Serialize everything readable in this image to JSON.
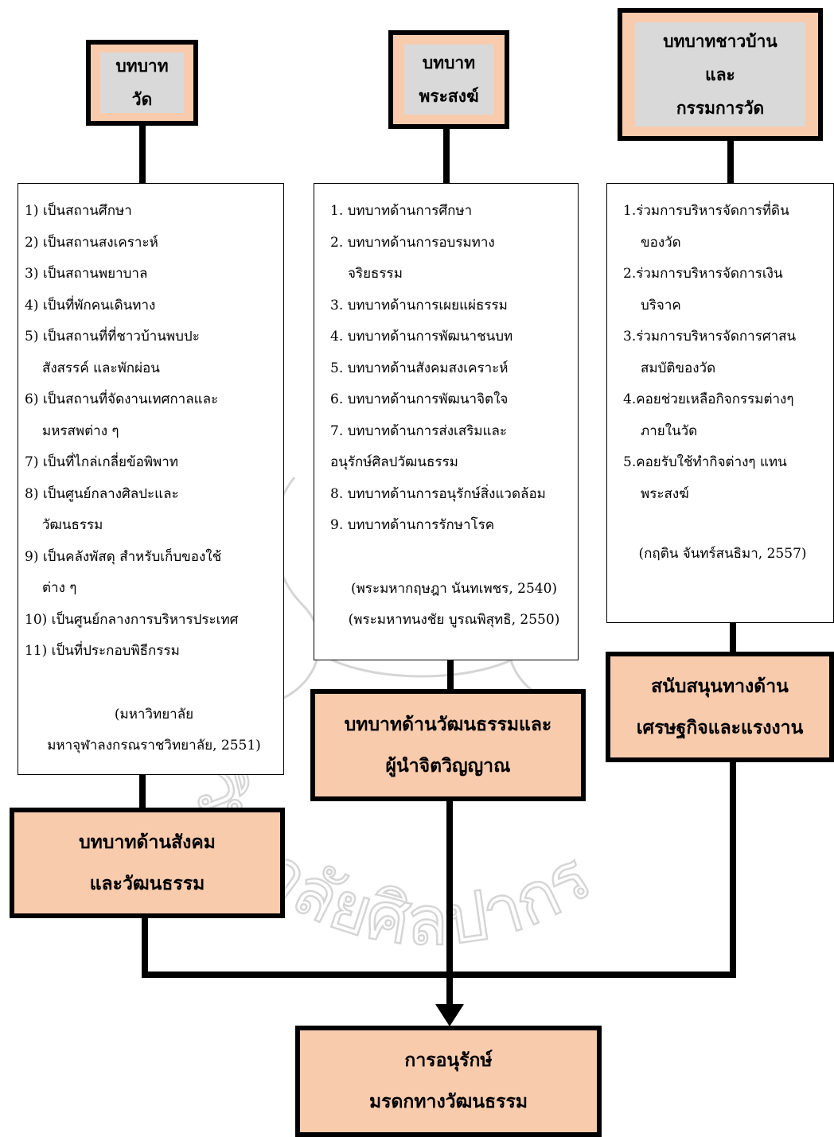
{
  "headers": {
    "temple": [
      "บทบาท",
      "วัด"
    ],
    "monks": [
      "บทบาท",
      "พระสงฆ์"
    ],
    "villagers": [
      "บทบาทชาวบ้าน",
      "และ",
      "กรรมการวัด"
    ]
  },
  "temple_list": {
    "items": [
      "1) เป็นสถานศึกษา",
      "2)  เป็นสถานสงเคราะห์",
      "3)  เป็นสถานพยาบาล",
      "4)  เป็นที่พักคนเดินทาง",
      "5)  เป็นสถานที่ที่ชาวบ้านพบปะ",
      "สังสรรค์ และพักผ่อน",
      "6)  เป็นสถานที่จัดงานเทศกาลและ",
      "มหรสพต่าง ๆ",
      "7)  เป็นที่ไกล่เกลี่ยข้อพิพาท",
      "8)  เป็นศูนย์กลางศิลปะและ",
      "วัฒนธรรม",
      "9)  เป็นคลังพัสดุ สำหรับเก็บของใช้",
      "ต่าง ๆ",
      "10) เป็นศูนย์กลางการบริหารประเทศ",
      "11) เป็นที่ประกอบพิธีกรรม"
    ],
    "citation": [
      "(มหาวิทยาลัย",
      "มหาจุฬาลงกรณราชวิทยาลัย, 2551)"
    ]
  },
  "monk_list": {
    "items": [
      "1. บทบาทด้านการศึกษา",
      "2. บทบาทด้านการอบรมทาง",
      "จริยธรรม",
      "3. บทบาทด้านการเผยแผ่ธรรม",
      "4. บทบาทด้านการพัฒนาชนบท",
      "5. บทบาทด้านสังคมสงเคราะห์",
      "6. บทบาทด้านการพัฒนาจิตใจ",
      "7. บทบาทด้านการส่งเสริมและ",
      "อนุรักษ์ศิลปวัฒนธรรม",
      "8. บทบาทด้านการอนุรักษ์สิ่งแวดล้อม",
      "9. บทบาทด้านการรักษาโรค"
    ],
    "citation": [
      "(พระมหากฤษฎา นันทเพชร, 2540)",
      "(พระมหาทนงชัย บูรณพิสุทธิ, 2550)"
    ]
  },
  "villager_list": {
    "items": [
      "1.ร่วมการบริหารจัดการที่ดิน",
      "ของวัด",
      "2.ร่วมการบริหารจัดการเงิน",
      "บริจาค",
      "3.ร่วมการบริหารจัดการศาสน",
      "สมบัติของวัด",
      "4.คอยช่วยเหลือกิจกรรมต่างๆ",
      "ภายในวัด",
      "5.คอยรับใช้ทำกิจต่างๆ แทน",
      "พระสงฆ์"
    ],
    "citation": [
      "(กฤติน จันทร์สนธิมา, 2557)"
    ]
  },
  "outcomes": {
    "social": [
      "บทบาทด้านสังคม",
      "และวัฒนธรรม"
    ],
    "spiritual": [
      "บทบาทด้านวัฒนธรรมและ",
      "ผู้นำจิตวิญญาณ"
    ],
    "economic": [
      "สนับสนุนทางด้าน",
      "เศรษฐกิจและแรงงาน"
    ],
    "final": [
      "การอนุรักษ์",
      "มรดกทางวัฒนธรรม"
    ]
  },
  "watermark_text": "วิทยาลัยศิลปากร",
  "colors": {
    "peach": "#f8cbad",
    "gray": "#d9d9d9",
    "line": "#000000"
  }
}
